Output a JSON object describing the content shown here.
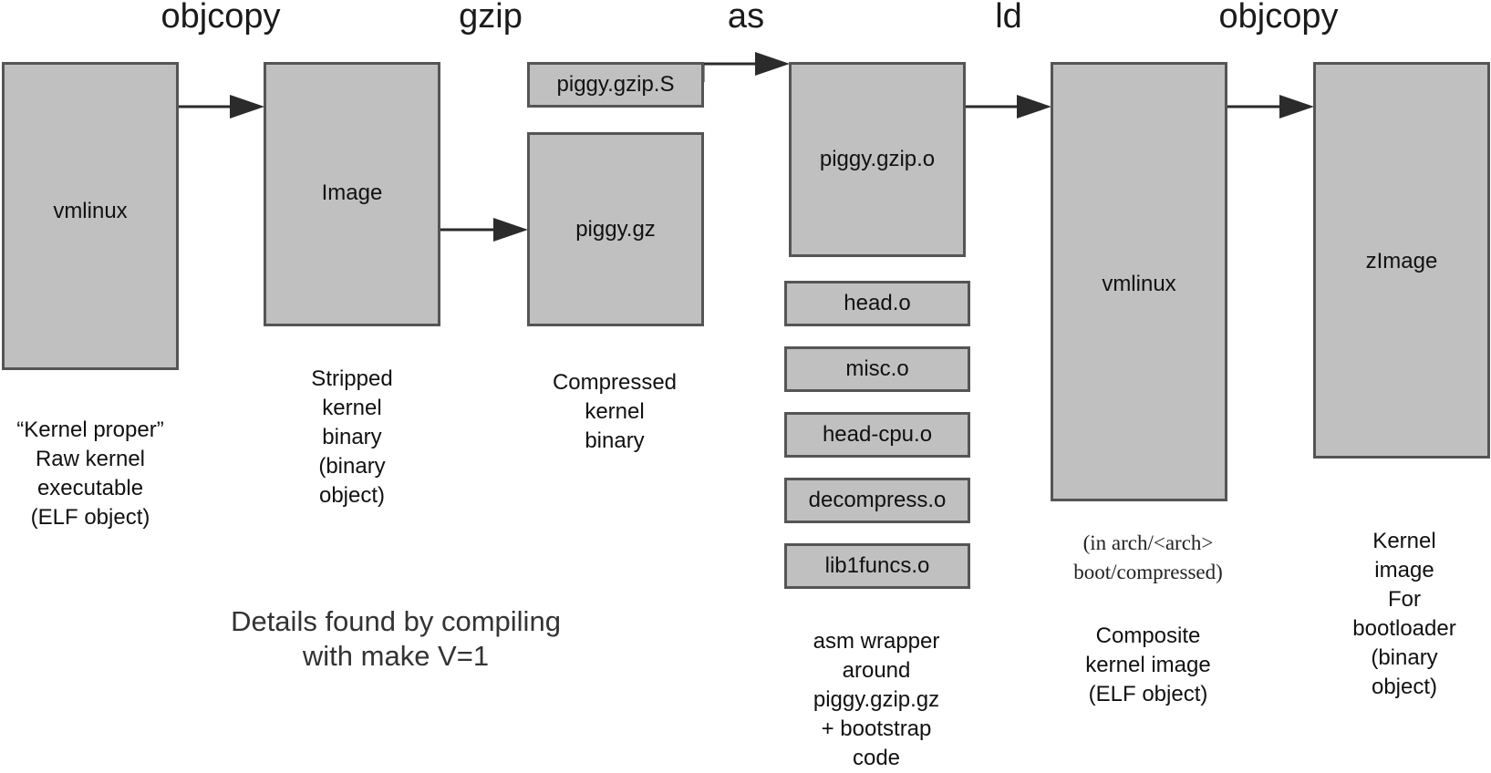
{
  "tools": [
    "objcopy",
    "gzip",
    "as",
    "ld",
    "objcopy"
  ],
  "boxes": {
    "vmlinux_in": "vmlinux",
    "image": "Image",
    "piggy_s": "piggy.gzip.S",
    "piggy_gz": "piggy.gz",
    "piggy_o": "piggy.gzip.o",
    "head_o": "head.o",
    "misc_o": "misc.o",
    "head_cpu_o": "head-cpu.o",
    "decompress_o": "decompress.o",
    "lib1funcs_o": "lib1funcs.o",
    "vmlinux_out": "vmlinux",
    "zimage": "zImage"
  },
  "captions": {
    "vmlinux_in": "“Kernel proper”\nRaw kernel\nexecutable\n(ELF object)",
    "image": "Stripped\nkernel\nbinary\n(binary\nobject)",
    "piggy_gz": "Compressed\nkernel\nbinary",
    "piggy_o": "asm wrapper\naround\npiggy.gzip.gz\n+ bootstrap\ncode",
    "vmlinux_path": "(in arch/<arch>\nboot/compressed)",
    "vmlinux_out": "Composite\nkernel image\n(ELF object)",
    "zimage": "Kernel image\nFor bootloader\n(binary object)"
  },
  "note": "Details found by compiling\nwith make V=1",
  "colors": {
    "box_fill": "#c0c0c0",
    "box_border": "#555555",
    "arrow": "#2b2b2b"
  }
}
